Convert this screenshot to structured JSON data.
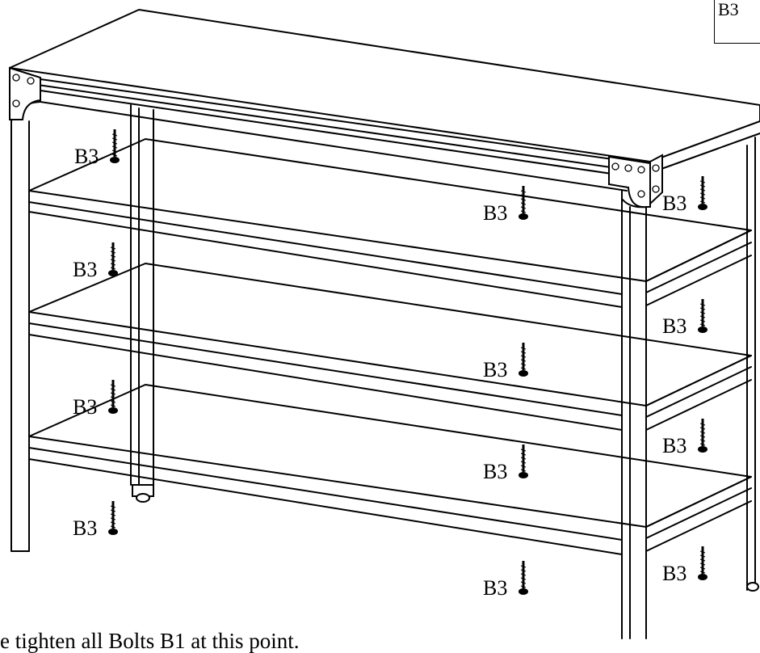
{
  "legend_label": "B3",
  "screw_label": "B3",
  "note": "e tighten all Bolts B1 at this point."
}
